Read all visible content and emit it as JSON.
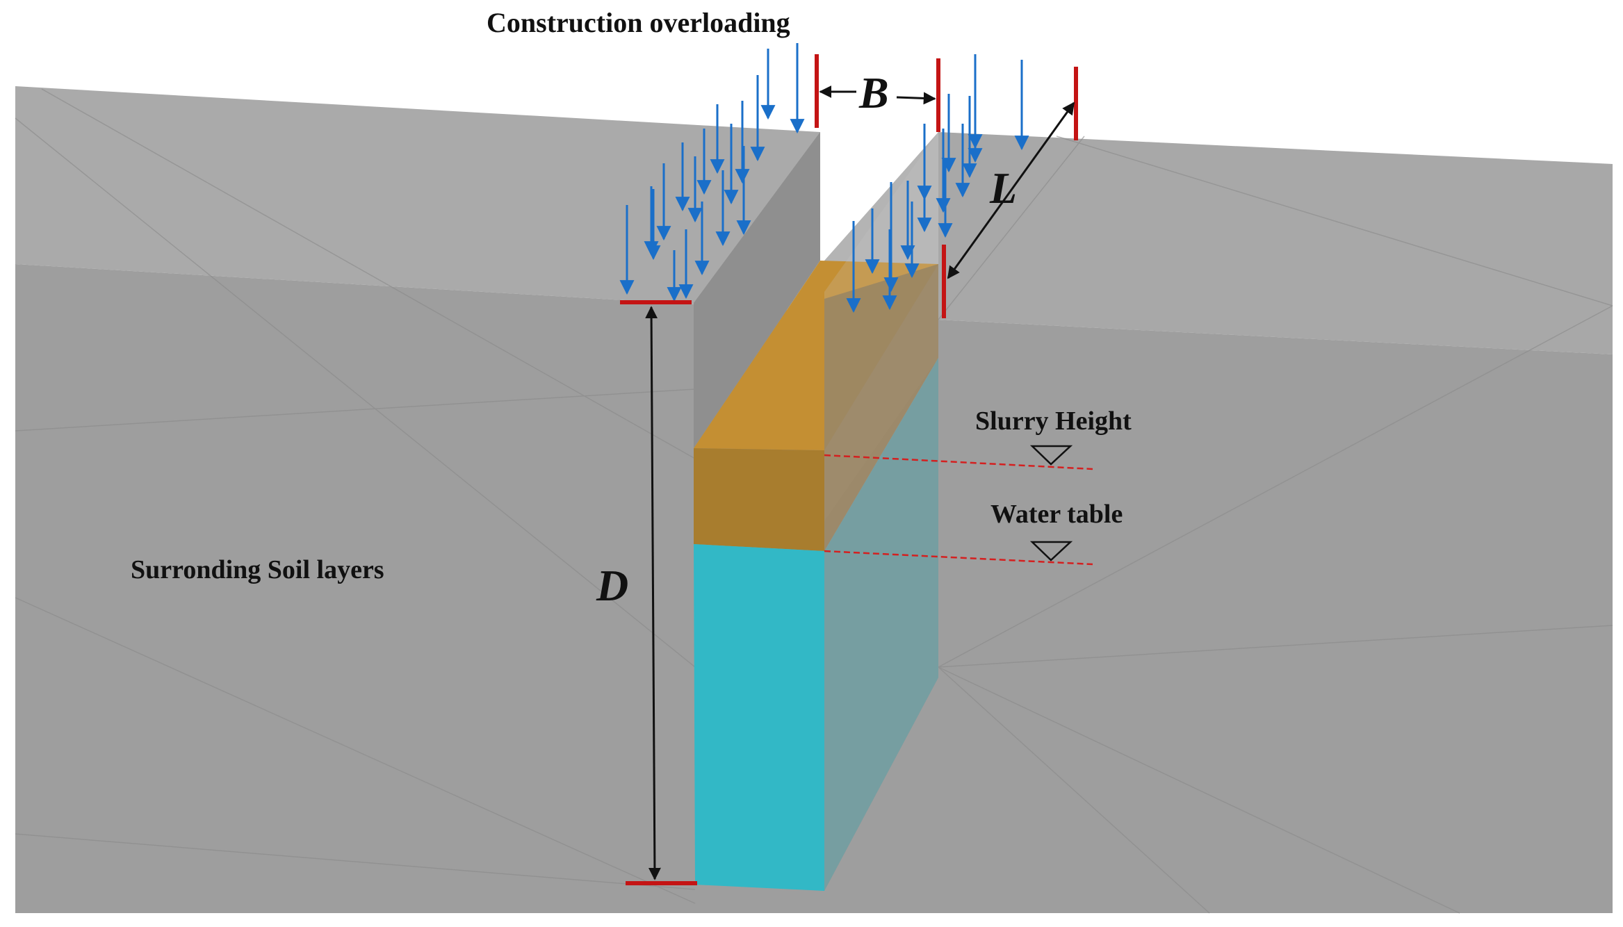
{
  "labels": {
    "construction_overloading": "Construction overloading",
    "slurry_height": "Slurry Height",
    "water_table": "Water table",
    "surrounding_soil": "Surronding Soil layers"
  },
  "dimensions": {
    "width": "B",
    "length": "L",
    "depth": "D"
  },
  "colors": {
    "soil_top": "#a9a9a9",
    "soil_front": "#9d9d9d",
    "slurry": "#c48f33",
    "water": "#32b8c6",
    "load_arrow": "#1a6fc9",
    "marker": "#c41414",
    "water_level_line": "#d42020"
  }
}
